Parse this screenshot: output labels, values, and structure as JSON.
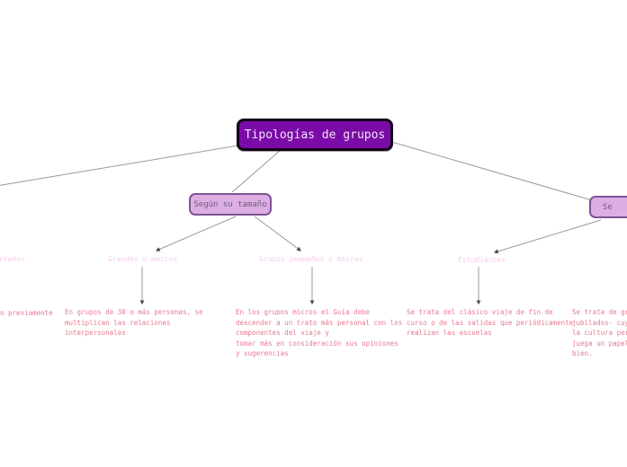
{
  "colors": {
    "root_fill": "#7b0ba6",
    "root_border": "#14021a",
    "root_text": "#eee3f7",
    "branch_fill": "#dcaee4",
    "branch_border": "#815393",
    "branch_text": "#6e6076",
    "leaf_text": "#f6cbec",
    "desc_text": "#e8798f",
    "line": "#9a9a9a",
    "arrow": "#4a4a4a"
  },
  "root": {
    "label": "Tipologías de grupos"
  },
  "branches": [
    {
      "label": "Según su tamaño"
    },
    {
      "label_visible": "Se"
    }
  ],
  "leaves": [
    {
      "label": "errados",
      "desc": "n previamente"
    },
    {
      "label": "Grandes o macros",
      "desc": "En grupos de 30 o más personas, se\nmultiplican las relaciones\ninterpersonales"
    },
    {
      "label": "Grupos pequeños o micros",
      "desc": "En los grupos micros el Guía debe\ndescender a un trato más personal con los\ncomponentes del viaje y\ntomar más en consideración sus opiniones\ny sugerencias"
    },
    {
      "label": "Estudiantes",
      "desc": "Se trata del clásico viaje de fin de\ncurso o de las salidas que periódicamente\nrealizan las escuelas"
    },
    {
      "desc": "Se trata de gr\njubilados- cuy\nla cultura per\njuega un papel\nbien."
    }
  ]
}
